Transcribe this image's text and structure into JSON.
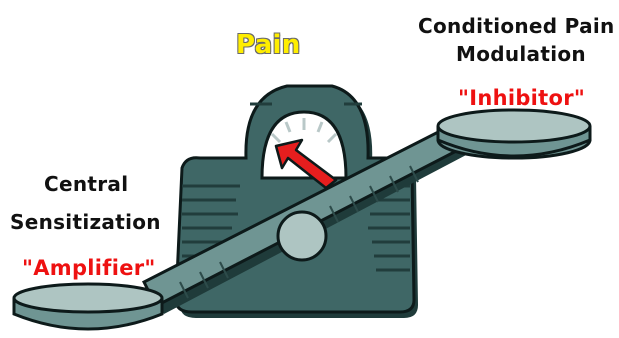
{
  "title": "Pain",
  "right_side": {
    "line1": "Conditioned Pain",
    "line2": "Modulation",
    "role": "\"Inhibitor\""
  },
  "left_side": {
    "line1": "Central",
    "line2": "Sensitization",
    "role": "\"Amplifier\""
  },
  "colors": {
    "body": "#3f6766",
    "body_dark": "#1f3b3a",
    "pan": "#aec5c2",
    "needle": "#e61e1e",
    "title_fill": "#ffee00",
    "role_text": "#ee1111"
  }
}
